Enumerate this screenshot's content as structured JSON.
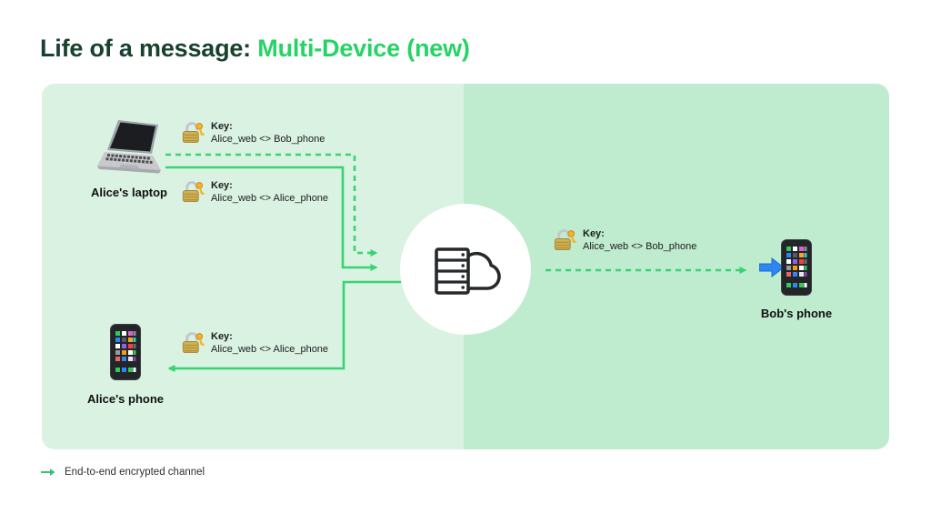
{
  "title": {
    "prefix": "Life of a message: ",
    "highlight": "Multi-Device (new)"
  },
  "colors": {
    "title_dark": "#17422e",
    "accent_green": "#26d366",
    "line_green": "#38d472",
    "panel_left": "#d9f2e2",
    "panel_right": "#bfebce",
    "blue_arrow": "#2e86f2"
  },
  "devices": {
    "alice_laptop": {
      "label": "Alice's laptop",
      "icon": "laptop-icon"
    },
    "alice_phone": {
      "label": "Alice's phone",
      "icon": "smartphone-icon"
    },
    "bob_phone": {
      "label": "Bob's phone",
      "icon": "smartphone-icon"
    },
    "server": {
      "icon": "cloud-server-icon"
    }
  },
  "keys": [
    {
      "title": "Key:",
      "value": "Alice_web <> Bob_phone"
    },
    {
      "title": "Key:",
      "value": "Alice_web <> Alice_phone"
    },
    {
      "title": "Key:",
      "value": "Alice_web <> Bob_phone"
    },
    {
      "title": "Key:",
      "value": "Alice_web <> Alice_phone"
    }
  ],
  "legend": {
    "label": "End-to-end encrypted channel"
  }
}
